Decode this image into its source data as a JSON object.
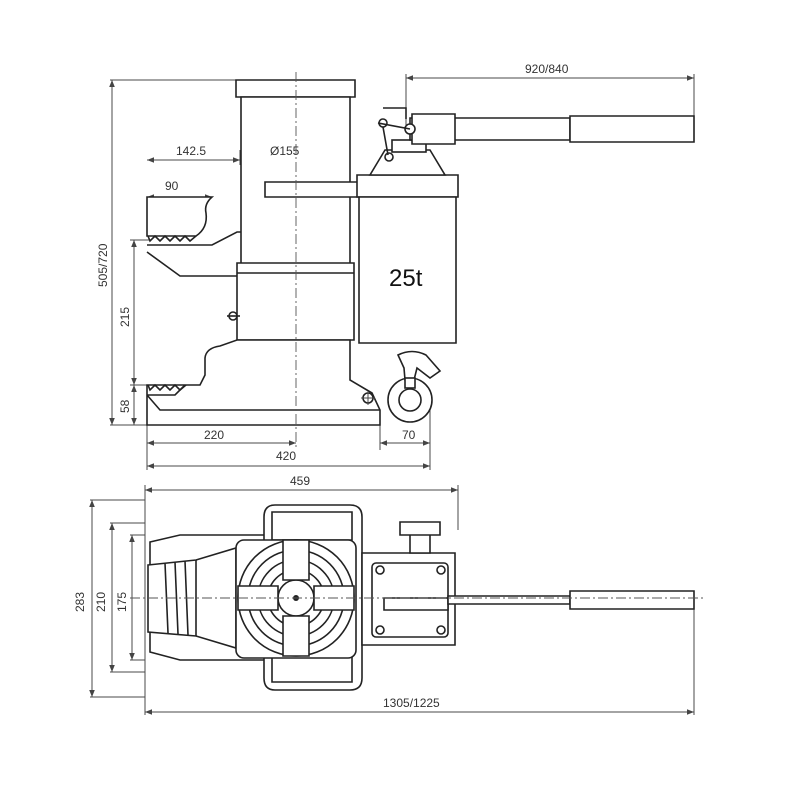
{
  "side_view": {
    "capacity_label": "25t",
    "dims": {
      "handle_length": "920/840",
      "offset_142": "142.5",
      "ram_diameter": "Ø155",
      "toe_90": "90",
      "height_total": "505/720",
      "height_215": "215",
      "height_58": "58",
      "width_220": "220",
      "width_70": "70",
      "width_420": "420"
    }
  },
  "top_view": {
    "dims": {
      "width_459": "459",
      "width_283": "283",
      "width_210": "210",
      "width_175": "175",
      "overall_length": "1305/1225"
    }
  }
}
